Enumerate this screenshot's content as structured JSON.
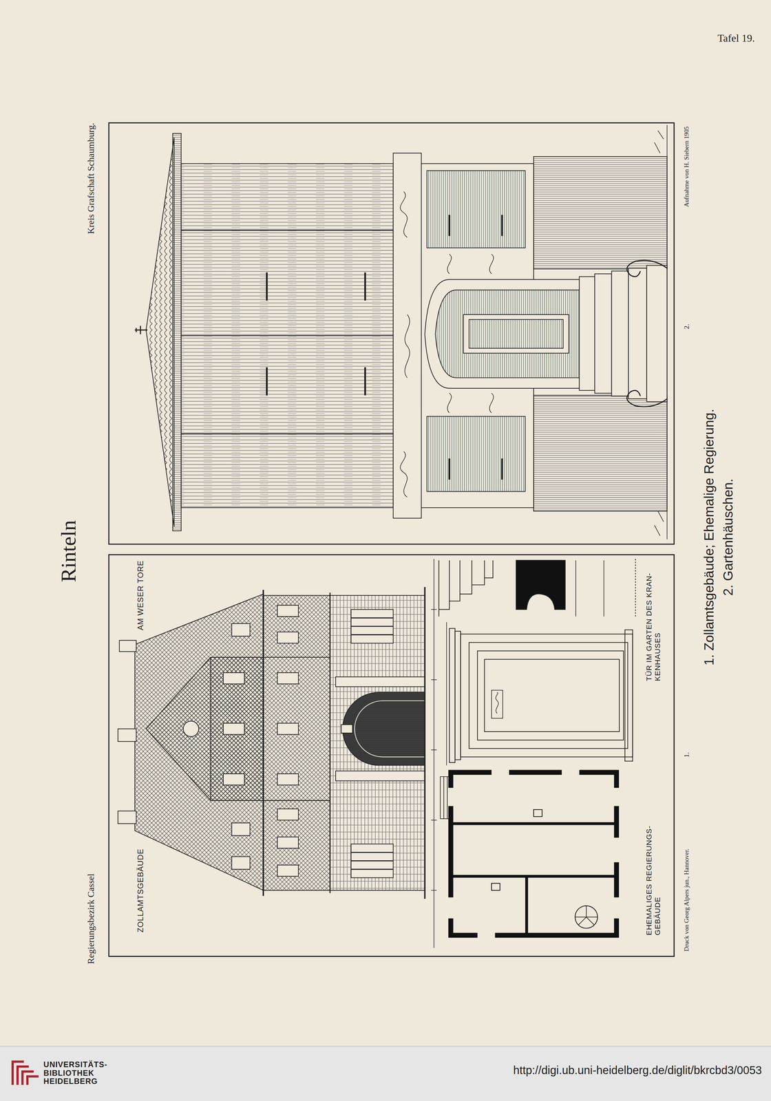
{
  "diagram": {
    "title": "Rinteln",
    "labels": [
      "Tafel 19.",
      "Regierungsbezirk Cassel",
      "Kreis Grafschaft Schaumburg.",
      "ZOLLAMTSGEBÄUDE",
      "AM WESER TORE",
      "EHEMALIGES REGIERUNGS- GEBÄUDE",
      "TÜR IM GARTEN DES KRAN- KENHAUSES",
      "Druck von Georg Alpers jun., Hannover.",
      "1.",
      "2.",
      "Aufnahme von H. Siebern 1905",
      "1. Zollamtsgebäude; Ehemalige Regierung.",
      "2. Gartenhäuschen.",
      "UNIVERSITÄTS- BIBLIOTHEK HEIDELBERG",
      "http://digi.ub.uni-heidelberg.de/diglit/bkrcbd3/0053"
    ]
  }
}
